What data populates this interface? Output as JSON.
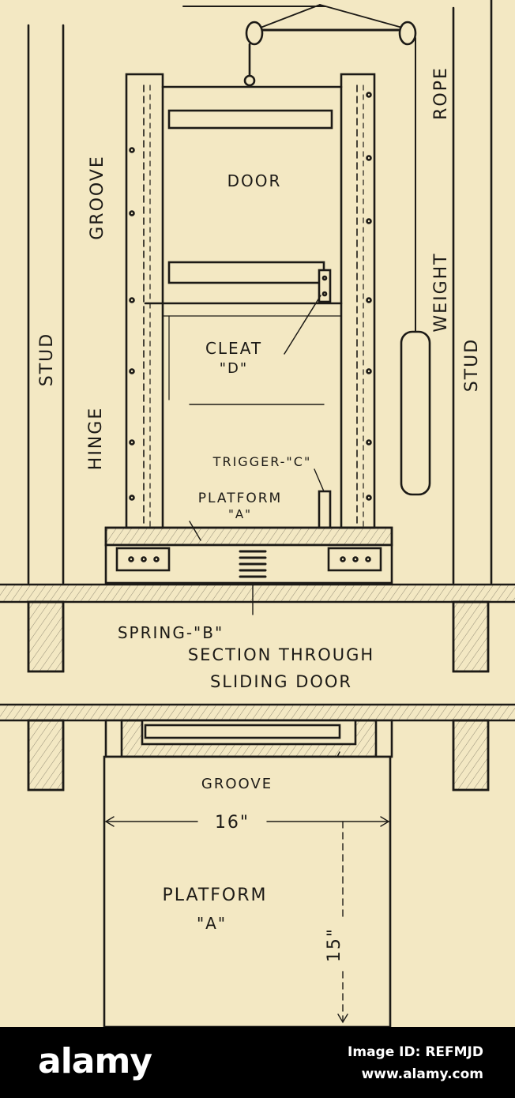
{
  "labels": {
    "groove_top": "GROOVE",
    "rope": "ROPE",
    "door": "DOOR",
    "weight": "WEIGHT",
    "stud_left": "STUD",
    "stud_right": "STUD",
    "hinge": "HINGE",
    "cleat_line1": "CLEAT",
    "cleat_line2": "\"D\"",
    "trigger": "TRIGGER-\"C\"",
    "platform_line1": "PLATFORM",
    "platform_line2": "\"A\"",
    "spring": "SPRING-\"B\"",
    "section_line1": "SECTION THROUGH",
    "section_line2": "SLIDING DOOR",
    "groove_bottom": "GROOVE",
    "dim_width": "16\"",
    "dim_height": "15\"",
    "bottom_platform_line1": "PLATFORM",
    "bottom_platform_line2": "\"A\""
  },
  "footer": {
    "logo": "alamy",
    "image_id": "Image ID: REFMJD",
    "site": "www.alamy.com"
  },
  "colors": {
    "paper": "#f3e8c3",
    "ink": "#1c1a16",
    "footer_bg": "#000000",
    "footer_text": "#ffffff"
  }
}
